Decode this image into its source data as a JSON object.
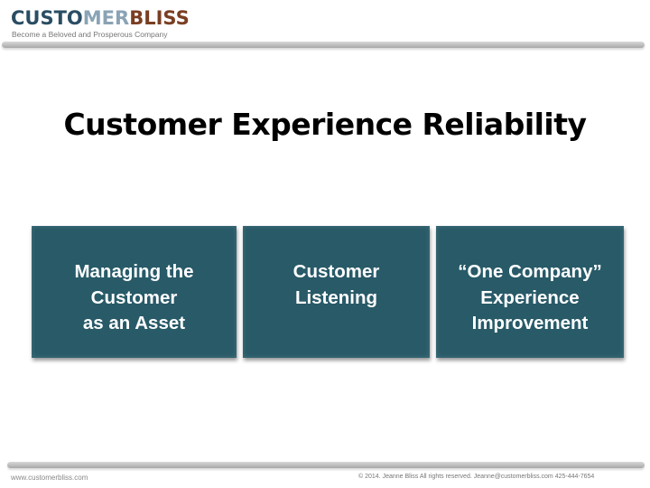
{
  "header": {
    "logo": {
      "part1": "CUSTO",
      "part2": "MER",
      "part3": "BLISS"
    },
    "tagline": "Become a Beloved and Prosperous Company"
  },
  "slide": {
    "title": "Customer Experience Reliability",
    "boxes": [
      {
        "lines": [
          "Managing the",
          "Customer",
          "as an Asset"
        ]
      },
      {
        "lines": [
          "Customer",
          "Listening"
        ]
      },
      {
        "lines": [
          "“One Company”",
          "Experience",
          "Improvement"
        ]
      }
    ]
  },
  "footer": {
    "website": "www.customerbliss.com",
    "copyright": "© 2014. Jeanne Bliss All rights reserved. Jeanne@customerbliss.com  425-444-7654"
  },
  "colors": {
    "box": "#285a68",
    "logo_dark": "#2a4d63",
    "logo_brown": "#7a3e22"
  }
}
